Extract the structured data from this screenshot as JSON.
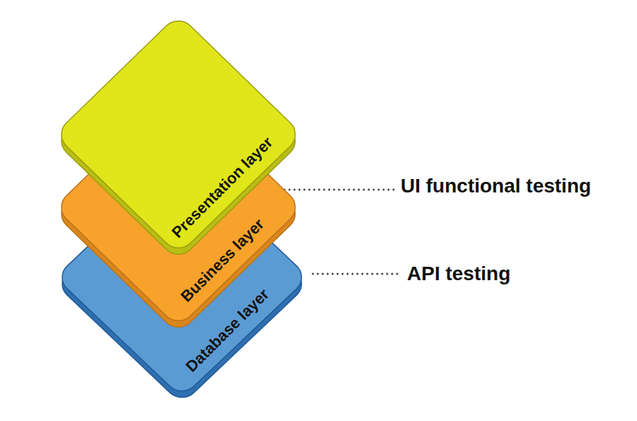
{
  "diagram": {
    "nodes": [
      {
        "text": [
          "Presentation layer"
        ]
      },
      {
        "text": [
          "Business layer"
        ]
      },
      {
        "text": [
          "Database layer"
        ]
      }
    ],
    "labels": [
      "UI functional testing",
      "API testing"
    ]
  }
}
